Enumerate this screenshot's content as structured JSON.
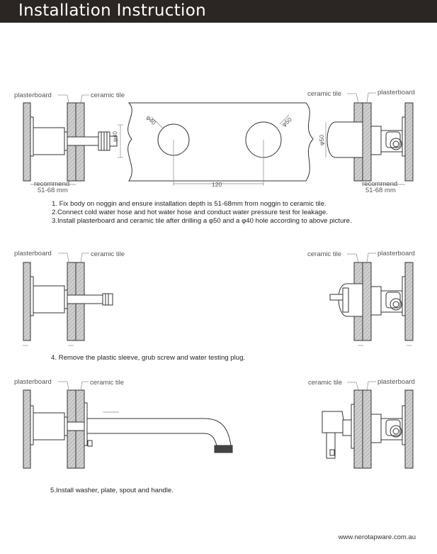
{
  "header": {
    "title": "Installation Instruction"
  },
  "labels": {
    "plasterboard": "plasterboard",
    "ceramic_tile": "ceramic tile",
    "recommend": "recommend",
    "depth": "51-68 mm"
  },
  "dimensions": {
    "phi40": "φ40",
    "phi50": "φ50",
    "spacing": "120"
  },
  "steps": {
    "step1": [
      "1. Fix body on noggin and ensure installation depth is 51-68mm from noggin to ceramic tile.",
      "2.Connect cold water hose and hot water hose and conduct water pressure test for leakage.",
      "3.Install plasterboard and ceramic tile after drilling a φ50 and a φ40 hole according to above picture."
    ],
    "step2": "4. Remove the plastic sleeve, grub screw and water testing plug.",
    "step3": "5.Install washer, plate, spout and handle."
  },
  "footer": {
    "website": "www.nerotapware.com.au"
  }
}
